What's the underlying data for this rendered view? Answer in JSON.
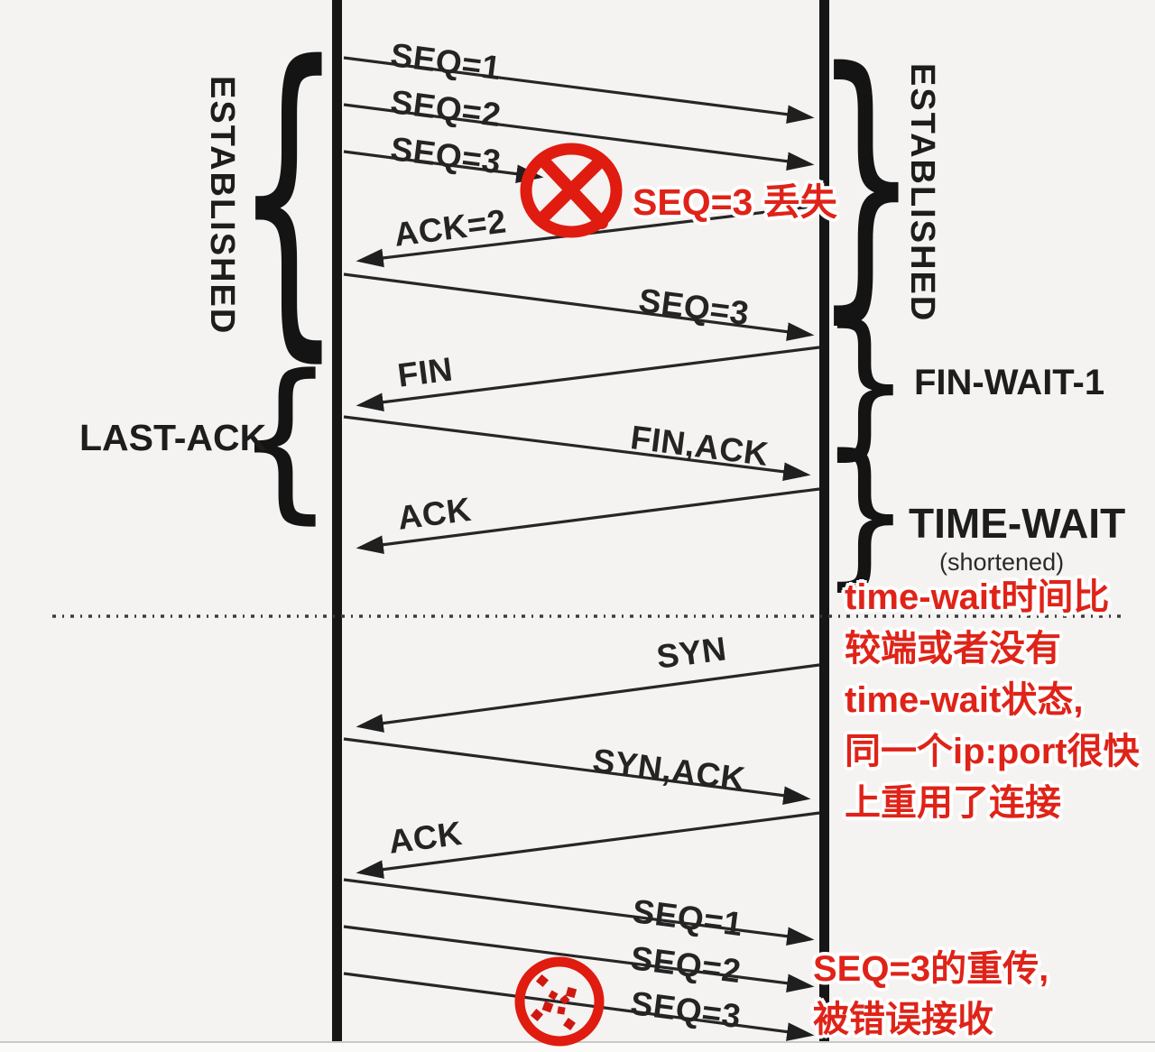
{
  "colors": {
    "annotation_red": "#df2318",
    "ink": "#242424",
    "timeline_black": "#161616",
    "background": "#f4f3f1"
  },
  "left_states": [
    {
      "label": "ESTABLISHED"
    },
    {
      "label": "LAST-ACK"
    }
  ],
  "right_states": [
    {
      "label": "ESTABLISHED"
    },
    {
      "label": "FIN-WAIT-1"
    },
    {
      "label": "TIME-WAIT",
      "sub": "(shortened)"
    }
  ],
  "messages": [
    {
      "label": "SEQ=1",
      "direction": "right"
    },
    {
      "label": "SEQ=2",
      "direction": "right"
    },
    {
      "label": "SEQ=3",
      "direction": "right",
      "status": "lost"
    },
    {
      "label": "ACK=2",
      "direction": "left"
    },
    {
      "label": "SEQ=3",
      "direction": "right"
    },
    {
      "label": "FIN",
      "direction": "left"
    },
    {
      "label": "FIN,ACK",
      "direction": "right"
    },
    {
      "label": "ACK",
      "direction": "left"
    },
    {
      "label": "SYN",
      "direction": "left"
    },
    {
      "label": "SYN,ACK",
      "direction": "right"
    },
    {
      "label": "ACK",
      "direction": "left"
    },
    {
      "label": "SEQ=1",
      "direction": "right"
    },
    {
      "label": "SEQ=2",
      "direction": "right"
    },
    {
      "label": "SEQ=3",
      "direction": "right",
      "status": "received-corrupted"
    }
  ],
  "annotations": {
    "seq3_lost": "SEQ=3 丢失",
    "timewait_note": [
      "time-wait时间比",
      "较端或者没有",
      "time-wait状态,",
      "同一个ip:port很快",
      "上重用了连接"
    ],
    "retransmit_note": [
      "SEQ=3的重传,",
      "被错误接收"
    ]
  }
}
